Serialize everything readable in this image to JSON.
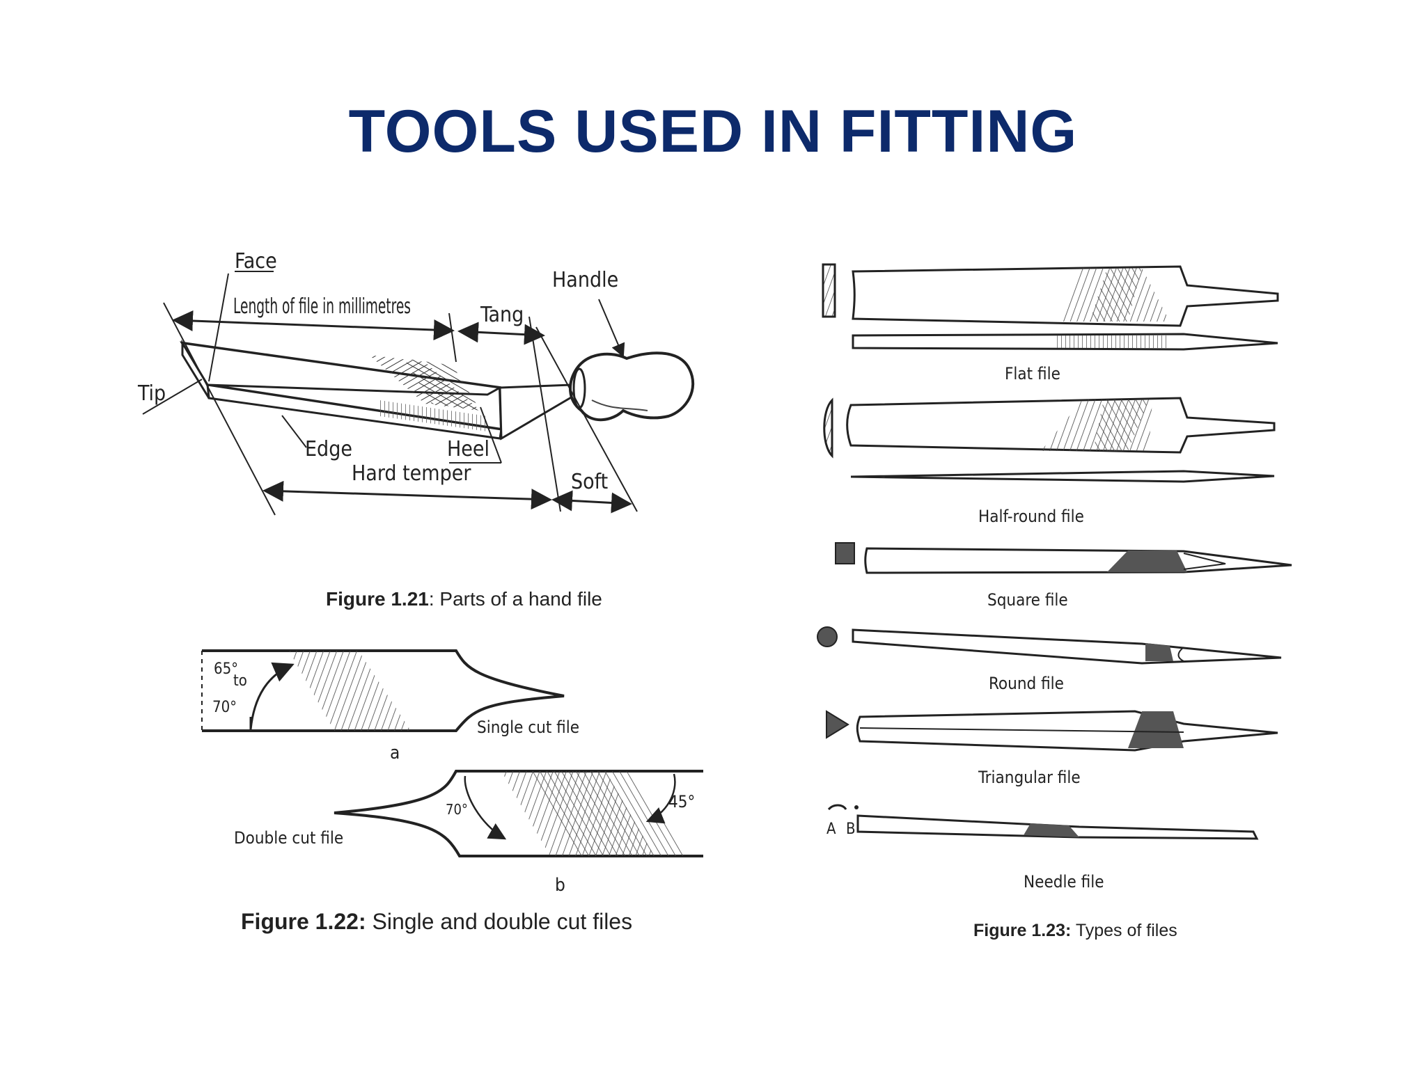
{
  "slide": {
    "title": "TOOLS USED IN FITTING",
    "title_color": "#0d2a6b"
  },
  "fig121": {
    "labels": {
      "face": "Face",
      "length": "Length of file in millimetres",
      "tang": "Tang",
      "handle": "Handle",
      "tip": "Tip",
      "edge": "Edge",
      "heel": "Heel",
      "hard_temper": "Hard temper",
      "soft": "Soft"
    },
    "caption_bold": "Figure 1.21",
    "caption_rest": ": Parts of a hand file"
  },
  "fig122": {
    "single": {
      "angle_top": "65°",
      "angle_to": "to",
      "angle_bottom": "70°",
      "label": "Single cut file",
      "letter": "a"
    },
    "double": {
      "angle_left": "70°",
      "angle_right": "45°",
      "label": "Double cut file",
      "letter": "b"
    },
    "caption_bold": "Figure 1.22:",
    "caption_rest": " Single and double cut files"
  },
  "fig123": {
    "files": [
      "Flat file",
      "Half-round file",
      "Square file",
      "Round file",
      "Triangular file",
      "Needle file"
    ],
    "needle_marks": [
      "A",
      "B"
    ],
    "caption_bold": "Figure 1.23:",
    "caption_rest": " Types of files"
  }
}
